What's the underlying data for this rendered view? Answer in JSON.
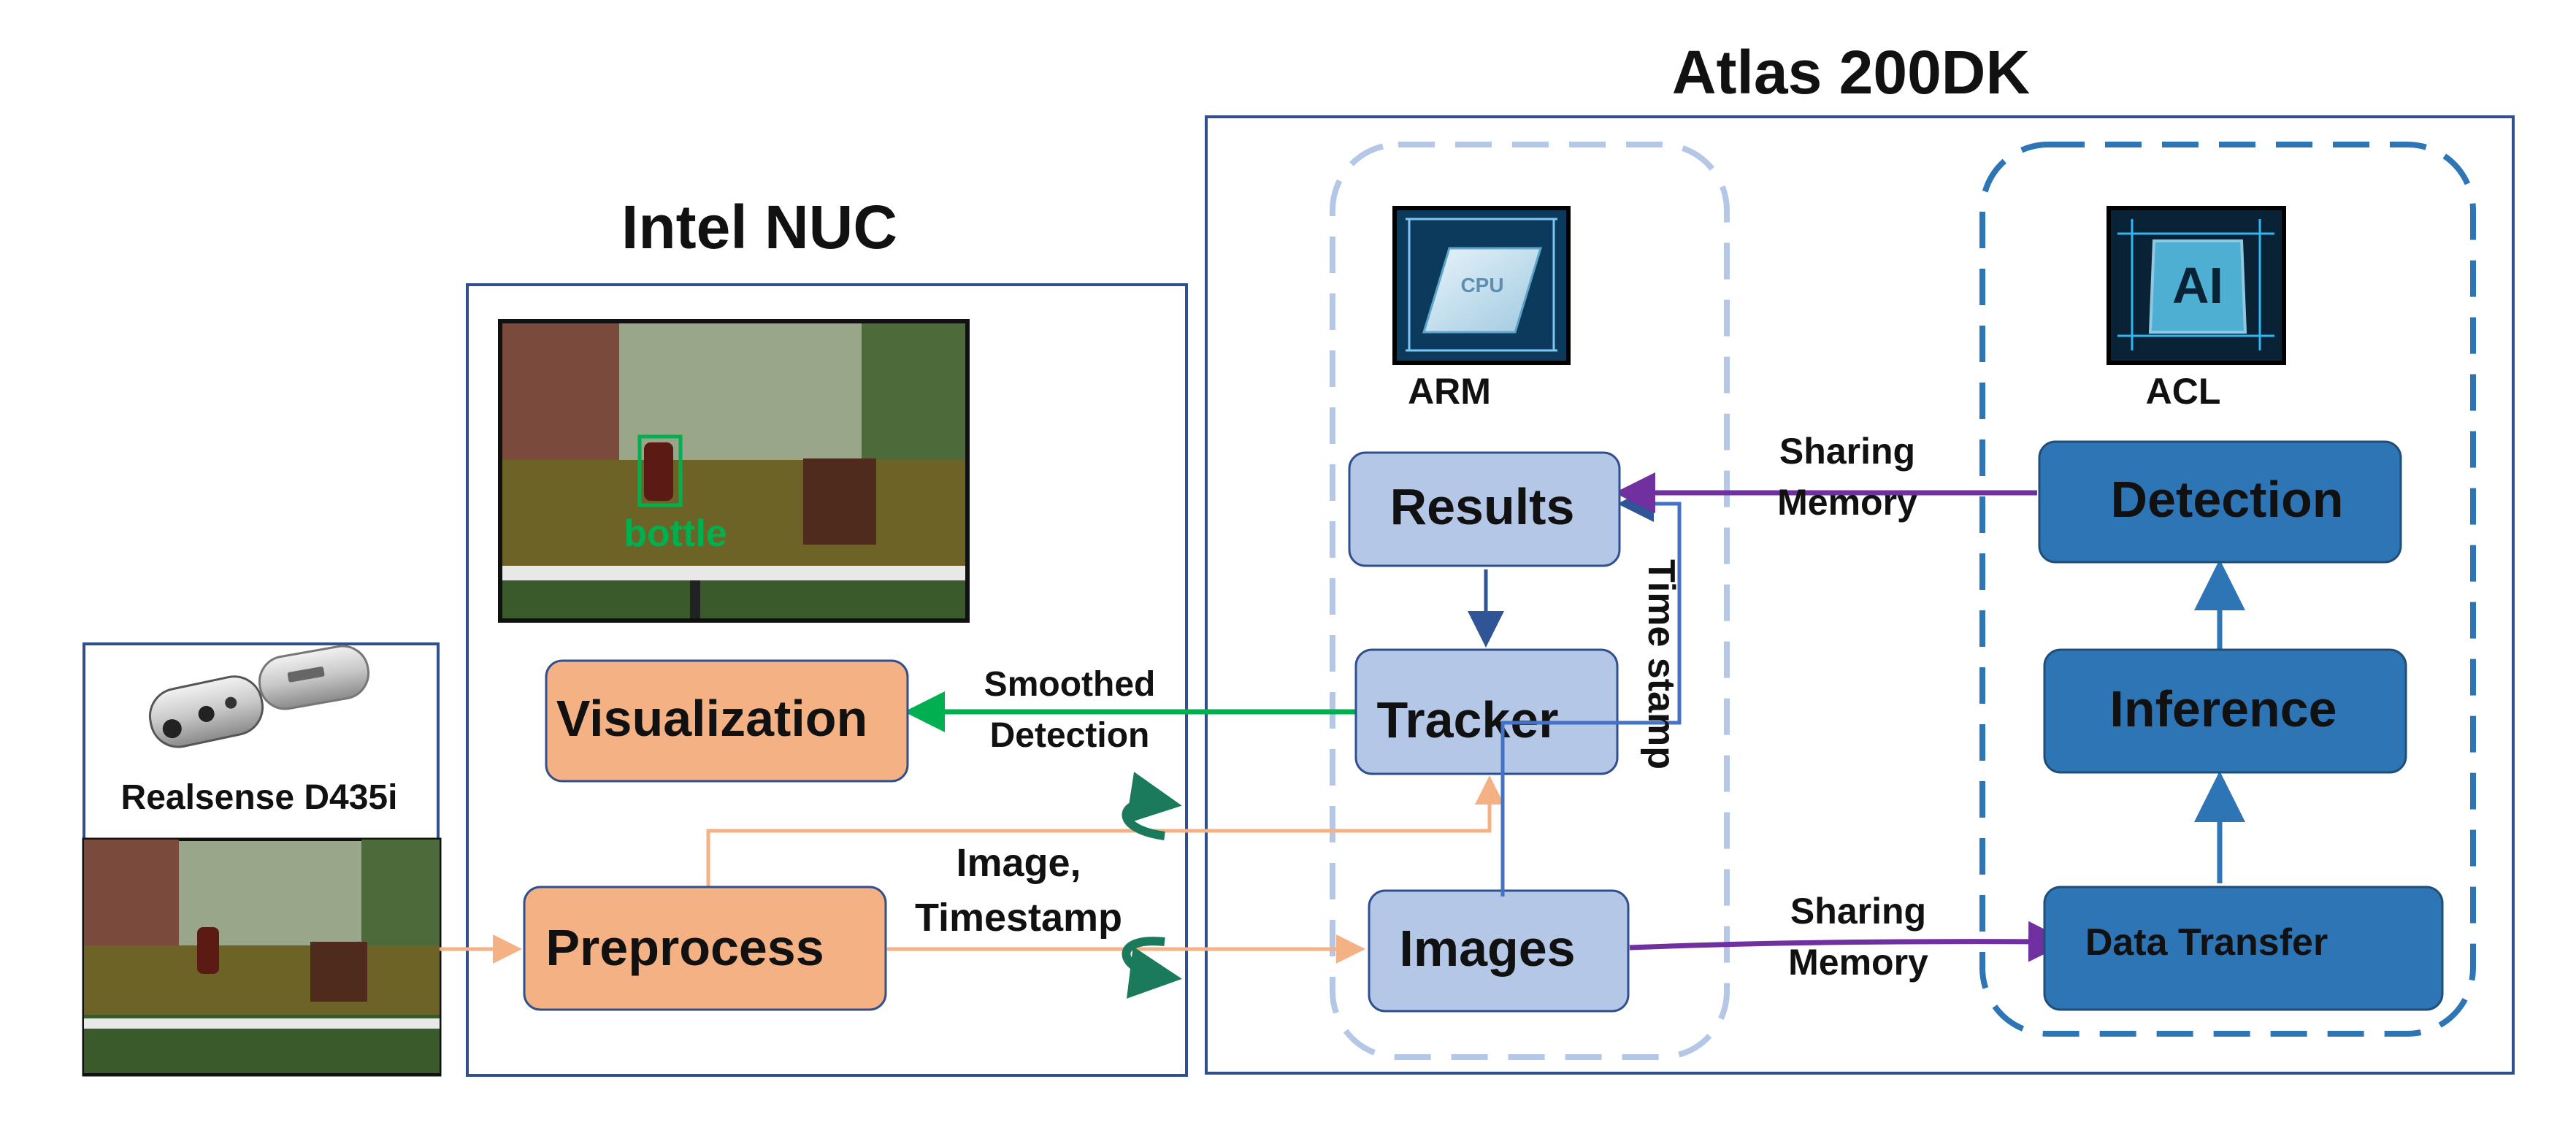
{
  "title_atlas": "Atlas 200DK",
  "title_nuc": "Intel NUC",
  "camera_label": "Realsense D435i",
  "detection_label": "bottle",
  "cpu_chip_text": "CPU",
  "ai_chip_text": "AI",
  "arm_label": "ARM",
  "acl_label": "ACL",
  "nodes": {
    "visualization": "Visualization",
    "preprocess": "Preprocess",
    "results": "Results",
    "tracker": "Tracker",
    "images": "Images",
    "detection": "Detection",
    "inference": "Inference",
    "data_transfer": "Data Transfer"
  },
  "edge_labels": {
    "smoothed_1": "Smoothed",
    "smoothed_2": "Detection",
    "image_ts_1": "Image,",
    "image_ts_2": "Timestamp",
    "share_top_1": "Sharing",
    "share_top_2": "Memory",
    "share_bot_1": "Sharing",
    "share_bot_2": "Memory",
    "time_stamp": "Time stamp"
  },
  "colors": {
    "frame": "#2f4f8f",
    "orange_fill": "#f4b183",
    "light_blue_fill": "#b4c7e7",
    "dark_blue_fill": "#2e75b6",
    "green_arrow": "#00b050",
    "purple_arrow": "#7030a0",
    "peach_arrow": "#f4b183",
    "blue_arrow": "#2f5597",
    "mid_blue_arrow": "#4472c4",
    "teal_curl": "#1b7a5c"
  }
}
